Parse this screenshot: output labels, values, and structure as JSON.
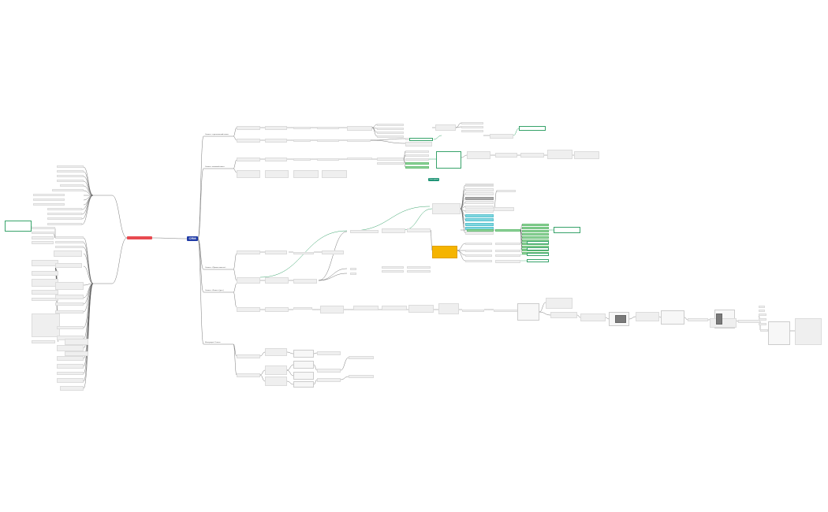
{
  "root": {
    "label": "CRM"
  },
  "branch_labels": [
    {
      "text": "Сегмент: стратегический клиент"
    },
    {
      "text": "Сегмент: ключевой клиент"
    },
    {
      "text": "Сегмент: «Прочие клиенты»"
    },
    {
      "text": "Сегмент: «Клиент» (доп.)"
    },
    {
      "text": "Интеграция / Отчеты"
    }
  ],
  "badge": {
    "text": "Этап сделки"
  },
  "colors": {
    "root": "#1f3aa6",
    "left_main": "#e84a50",
    "badge": "#1f9476",
    "edge": "#555555",
    "highlight_edge": "#37a36a"
  }
}
